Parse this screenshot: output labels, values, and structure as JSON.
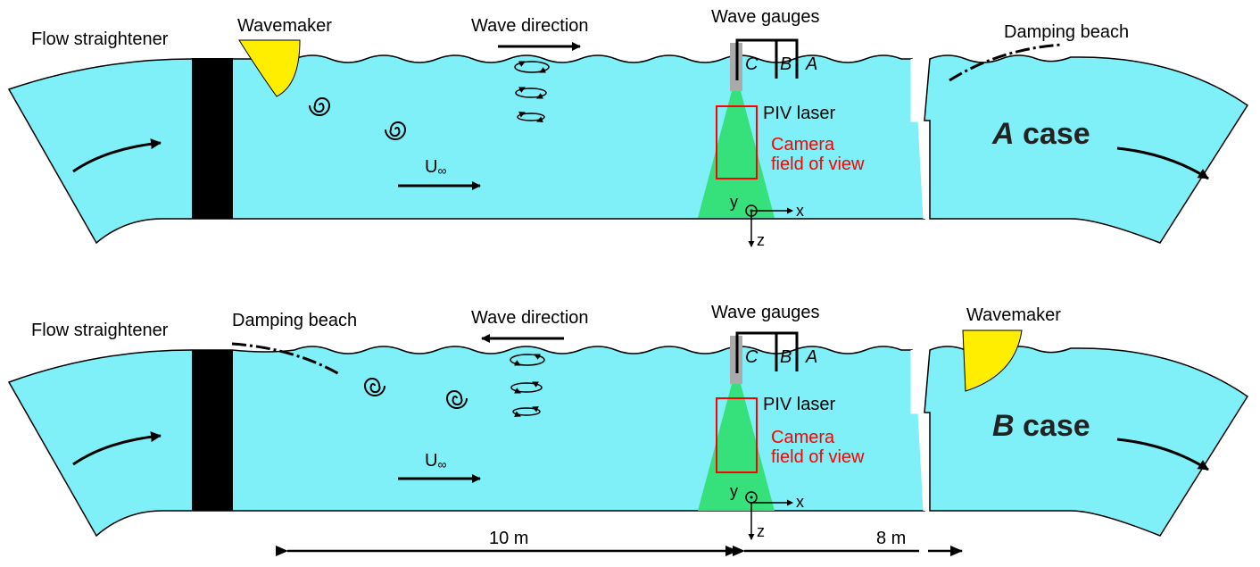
{
  "colors": {
    "water": "#7ff0f7",
    "wavemaker": "#ffee00",
    "laser": "#36e07a",
    "camera_box": "#ff0000",
    "straightener": "#000000",
    "probe": "#aaaaaa"
  },
  "panel_a": {
    "flow_straightener": "Flow straightener",
    "wavemaker": "Wavemaker",
    "wave_direction": "Wave direction",
    "wave_gauges": "Wave gauges",
    "gauge_c": "C",
    "gauge_b": "B",
    "gauge_a": "A",
    "damping_beach": "Damping beach",
    "piv_laser": "PIV laser",
    "camera_line1": "Camera",
    "camera_line2": "field of view",
    "case_letter": "A",
    "case_word": " case",
    "u_symbol": "U",
    "u_subscript": "∞",
    "axis_y": "y",
    "axis_x": "x",
    "axis_z": "z"
  },
  "panel_b": {
    "flow_straightener": "Flow straightener",
    "damping_beach": "Damping beach",
    "wave_direction": "Wave direction",
    "wave_gauges": "Wave gauges",
    "gauge_c": "C",
    "gauge_b": "B",
    "gauge_a": "A",
    "wavemaker": "Wavemaker",
    "piv_laser": "PIV laser",
    "camera_line1": "Camera",
    "camera_line2": "field of view",
    "case_letter": "B",
    "case_word": " case",
    "u_symbol": "U",
    "u_subscript": "∞",
    "axis_y": "y",
    "axis_x": "x",
    "axis_z": "z"
  },
  "dimensions": {
    "dist_left": "10 m",
    "dist_right": "8 m"
  }
}
